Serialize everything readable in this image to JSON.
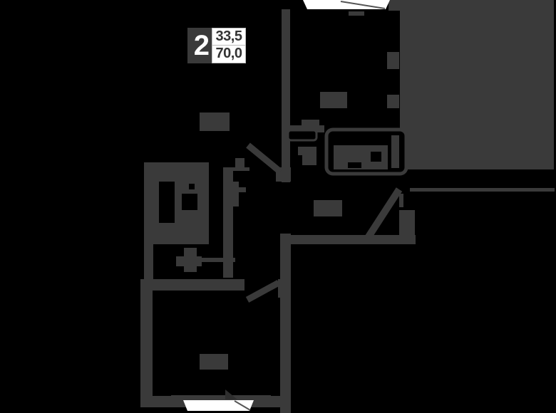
{
  "listing_badge": {
    "room_count": "2",
    "living_area": "33,5",
    "total_area": "70,0"
  },
  "plan": {
    "type": "apartment-floor-plan",
    "colors": {
      "background": "#000000",
      "structure": "#3a3a3a",
      "structure-light": "#4a4a4a",
      "window": "#ffffff",
      "frame-line": "#555555",
      "sash-dark": "#2e2e2e",
      "badge-cell": "#3a3a3a",
      "badge-text": "#ffffff",
      "area-bg": "#ffffff",
      "area-border": "#bdbdbd",
      "area-text": "#333333"
    }
  }
}
